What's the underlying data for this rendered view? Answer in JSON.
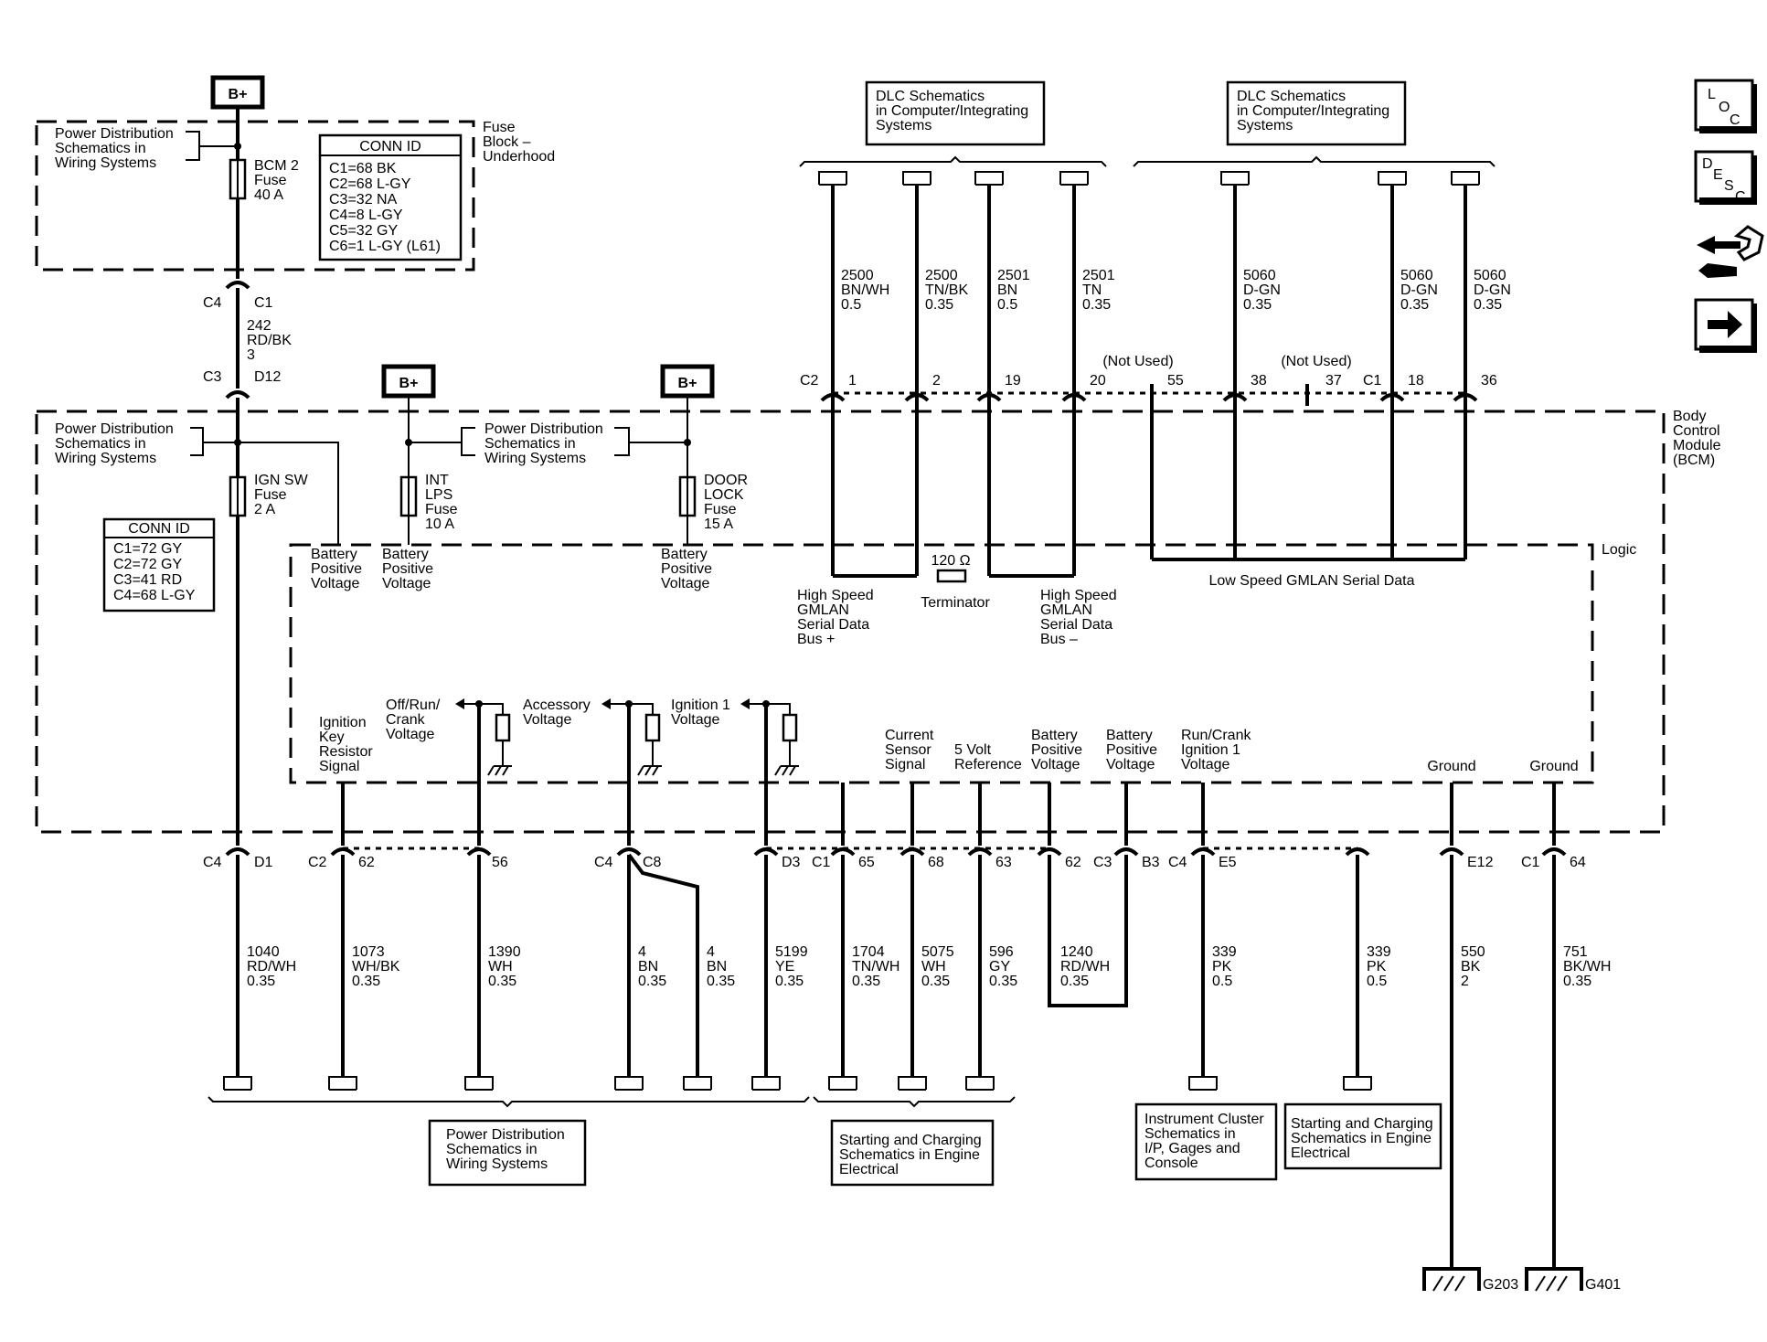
{
  "texts": {
    "bplus_1": "B+",
    "bplus_2": "B+",
    "bplus_3": "B+",
    "pds_top": [
      "Power Distribution",
      "Schematics in",
      "Wiring Systems"
    ],
    "fuse_block": [
      "Fuse",
      "Block –",
      "Underhood"
    ],
    "bcm2_fuse": [
      "BCM 2",
      "Fuse",
      "40 A"
    ],
    "conn_id_1_title": "CONN ID",
    "conn_id_1": [
      "C1=68 BK",
      "C2=68 L-GY",
      "C3=32 NA",
      "C4=8 L-GY",
      "C5=32 GY",
      "C6=1 L-GY (L61)"
    ],
    "c4": "C4",
    "c1": "C1",
    "wire_242": [
      "242",
      "RD/BK",
      "3"
    ],
    "c3": "C3",
    "d12": "D12",
    "pds_mid1": [
      "Power Distribution",
      "Schematics in",
      "Wiring Systems"
    ],
    "pds_mid2": [
      "Power Distribution",
      "Schematics in",
      "Wiring Systems"
    ],
    "ign_sw_fuse": [
      "IGN SW",
      "Fuse",
      "2 A"
    ],
    "int_lps_fuse": [
      "INT",
      "LPS",
      "Fuse",
      "10 A"
    ],
    "door_lock_fuse": [
      "DOOR",
      "LOCK",
      "Fuse",
      "15 A"
    ],
    "conn_id_2_title": "CONN ID",
    "conn_id_2": [
      "C1=72 GY",
      "C2=72 GY",
      "C3=41 RD",
      "C4=68 L-GY"
    ],
    "bat_pos_1": [
      "Battery",
      "Positive",
      "Voltage"
    ],
    "bat_pos_2": [
      "Battery",
      "Positive",
      "Voltage"
    ],
    "bat_pos_3": [
      "Battery",
      "Positive",
      "Voltage"
    ],
    "dlc_1": [
      "DLC Schematics",
      "in Computer/Integrating",
      "Systems"
    ],
    "dlc_2": [
      "DLC Schematics",
      "in Computer/Integrating",
      "Systems"
    ],
    "w2500a": [
      "2500",
      "BN/WH",
      "0.5"
    ],
    "w2500b": [
      "2500",
      "TN/BK",
      "0.35"
    ],
    "w2501a": [
      "2501",
      "BN",
      "0.5"
    ],
    "w2501b": [
      "2501",
      "TN",
      "0.35"
    ],
    "w5060a": [
      "5060",
      "D-GN",
      "0.35"
    ],
    "w5060b": [
      "5060",
      "D-GN",
      "0.35"
    ],
    "w5060c": [
      "5060",
      "D-GN",
      "0.35"
    ],
    "not_used_1": "(Not Used)",
    "not_used_2": "(Not Used)",
    "pins_top": [
      "C2",
      "1",
      "2",
      "19",
      "20",
      "55",
      "38",
      "37",
      "C1",
      "18",
      "36"
    ],
    "bcm_label": [
      "Body",
      "Control",
      "Module",
      "(BCM)"
    ],
    "logic": "Logic",
    "terminator_val": "120 Ω",
    "terminator": "Terminator",
    "hs_plus": [
      "High Speed",
      "GMLAN",
      "Serial Data",
      "Bus +"
    ],
    "hs_minus": [
      "High Speed",
      "GMLAN",
      "Serial Data",
      "Bus –"
    ],
    "low_speed": "Low Speed GMLAN Serial Data",
    "off_run": [
      "Off/Run/",
      "Crank",
      "Voltage"
    ],
    "accessory": [
      "Accessory",
      "Voltage"
    ],
    "ignition1": [
      "Ignition 1",
      "Voltage"
    ],
    "ign_key": [
      "Ignition",
      "Key",
      "Resistor",
      "Signal"
    ],
    "current_sensor": [
      "Current",
      "Sensor",
      "Signal"
    ],
    "five_volt": [
      "5 Volt",
      "Reference"
    ],
    "bat_pos_4": [
      "Battery",
      "Positive",
      "Voltage"
    ],
    "bat_pos_5": [
      "Battery",
      "Positive",
      "Voltage"
    ],
    "run_crank": [
      "Run/Crank",
      "Ignition 1",
      "Voltage"
    ],
    "ground_1": "Ground",
    "ground_2": "Ground",
    "bot_pins": {
      "c4": "C4",
      "d1": "D1",
      "c2": "C2",
      "p62": "62",
      "p56": "56",
      "c4b": "C4",
      "c8": "C8",
      "d3": "D3",
      "c1": "C1",
      "p65": "65",
      "p68": "68",
      "p63": "63",
      "p62b": "62",
      "c3": "C3",
      "b3": "B3",
      "c4c": "C4",
      "e5": "E5",
      "e12": "E12",
      "c1b": "C1",
      "p64": "64"
    },
    "w1040": [
      "1040",
      "RD/WH",
      "0.35"
    ],
    "w1073": [
      "1073",
      "WH/BK",
      "0.35"
    ],
    "w1390": [
      "1390",
      "WH",
      "0.35"
    ],
    "w4a": [
      "4",
      "BN",
      "0.35"
    ],
    "w4b": [
      "4",
      "BN",
      "0.35"
    ],
    "w5199": [
      "5199",
      "YE",
      "0.35"
    ],
    "w1704": [
      "1704",
      "TN/WH",
      "0.35"
    ],
    "w5075": [
      "5075",
      "WH",
      "0.35"
    ],
    "w596": [
      "596",
      "GY",
      "0.35"
    ],
    "w1240": [
      "1240",
      "RD/WH",
      "0.35"
    ],
    "w339a": [
      "339",
      "PK",
      "0.5"
    ],
    "w339b": [
      "339",
      "PK",
      "0.5"
    ],
    "w550": [
      "550",
      "BK",
      "2"
    ],
    "w751": [
      "751",
      "BK/WH",
      "0.35"
    ],
    "pds_bottom": [
      "Power Distribution",
      "Schematics in",
      "Wiring Systems"
    ],
    "starting_1": [
      "Starting and Charging",
      "Schematics in Engine",
      "Electrical"
    ],
    "instrument": [
      "Instrument Cluster",
      "Schematics in",
      "I/P, Gages and",
      "Console"
    ],
    "starting_2": [
      "Starting and Charging",
      "Schematics in Engine",
      "Electrical"
    ],
    "g203": "G203",
    "g401": "G401"
  },
  "nav_icons": [
    {
      "name": "loc-icon",
      "letters": [
        "L",
        "O",
        "C"
      ]
    },
    {
      "name": "desc-icon",
      "letters": [
        "D",
        "E",
        "S",
        "C"
      ]
    },
    {
      "name": "connector-repair-icon"
    },
    {
      "name": "next-arrow-icon"
    }
  ]
}
